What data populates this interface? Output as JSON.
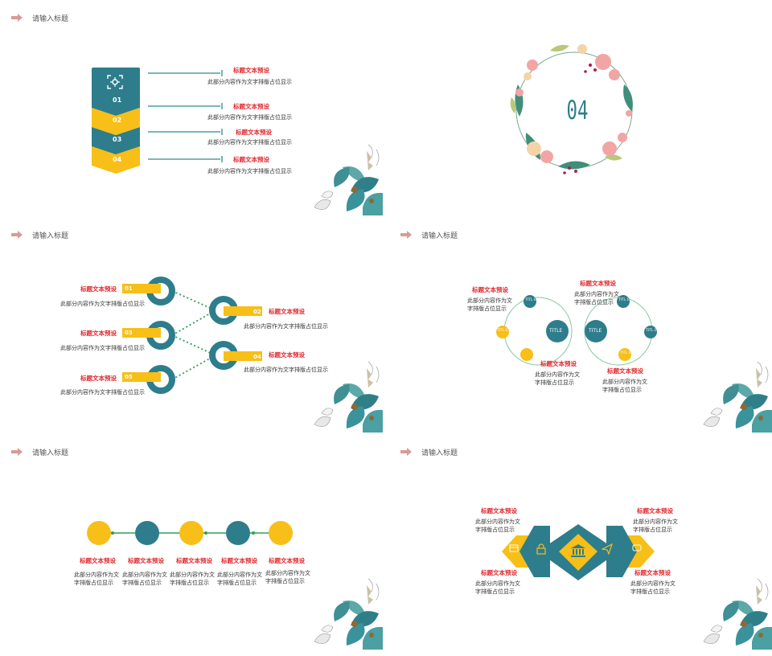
{
  "colors": {
    "teal": "#2e7d8c",
    "yellow": "#f7bf17",
    "red": "#e0262b",
    "green": "#3aa05a"
  },
  "slide1": {
    "header": "请输入标题",
    "steps": [
      {
        "num": "01",
        "title": "标题文本预设",
        "desc": "此部分内容作为文字排版占位显示"
      },
      {
        "num": "02",
        "title": "标题文本预设",
        "desc": "此部分内容作为文字排版占位显示"
      },
      {
        "num": "03",
        "title": "标题文本预设",
        "desc": "此部分内容作为文字排版占位显示"
      },
      {
        "num": "04",
        "title": "标题文本预设",
        "desc": "此部分内容作为文字排版占位显示"
      }
    ]
  },
  "slide2": {
    "number": "04"
  },
  "slide3": {
    "header": "请输入标题",
    "items": [
      {
        "num": "01",
        "title": "标题文本预设",
        "desc": "此部分内容作为文字排版占位显示"
      },
      {
        "num": "02",
        "title": "标题文本预设",
        "desc": "此部分内容作为文字排版占位显示"
      },
      {
        "num": "03",
        "title": "标题文本预设",
        "desc": "此部分内容作为文字排版占位显示"
      },
      {
        "num": "04",
        "title": "标题文本预设",
        "desc": "此部分内容作为文字排版占位显示"
      },
      {
        "num": "05",
        "title": "标题文本预设",
        "desc": "此部分内容作为文字排版占位显示"
      }
    ]
  },
  "slide4": {
    "header": "请输入标题",
    "big_labels": [
      "TITLE",
      "TITLE"
    ],
    "small_labels": [
      "TITL E",
      "TITL E",
      "TITL E",
      "TITL E",
      "TITL E"
    ],
    "texts": [
      {
        "title": "标题文本预设",
        "desc1": "此部分内容作为文",
        "desc2": "字排版占位显示"
      },
      {
        "title": "标题文本预设",
        "desc1": "此部分内容作为文",
        "desc2": "字排版占位显示"
      },
      {
        "title": "标题文本预设",
        "desc1": "此部分内容作为文",
        "desc2": "字排版占位显示"
      },
      {
        "title": "标题文本预设",
        "desc1": "此部分内容作为文",
        "desc2": "字排版占位显示"
      }
    ]
  },
  "slide5": {
    "header": "请输入标题",
    "items": [
      {
        "title": "标题文本预设",
        "desc1": "此部分内容作为文",
        "desc2": "字排版占位显示"
      },
      {
        "title": "标题文本预设",
        "desc1": "此部分内容作为文",
        "desc2": "字排版占位显示"
      },
      {
        "title": "标题文本预设",
        "desc1": "此部分内容作为文",
        "desc2": "字排版占位显示"
      },
      {
        "title": "标题文本预设",
        "desc1": "此部分内容作为文",
        "desc2": "字排版占位显示"
      },
      {
        "title": "标题文本预设",
        "desc1": "此部分内容作为文",
        "desc2": "字排版占位显示"
      }
    ]
  },
  "slide6": {
    "header": "请输入标题",
    "texts": [
      {
        "title": "标题文本预设",
        "desc1": "此部分内容作为文",
        "desc2": "字排版占位显示"
      },
      {
        "title": "标题文本预设",
        "desc1": "此部分内容作为文",
        "desc2": "字排版占位显示"
      },
      {
        "title": "标题文本预设",
        "desc1": "此部分内容作为文",
        "desc2": "字排版占位显示"
      },
      {
        "title": "标题文本预设",
        "desc1": "此部分内容作为文",
        "desc2": "字排版占位显示"
      }
    ]
  }
}
